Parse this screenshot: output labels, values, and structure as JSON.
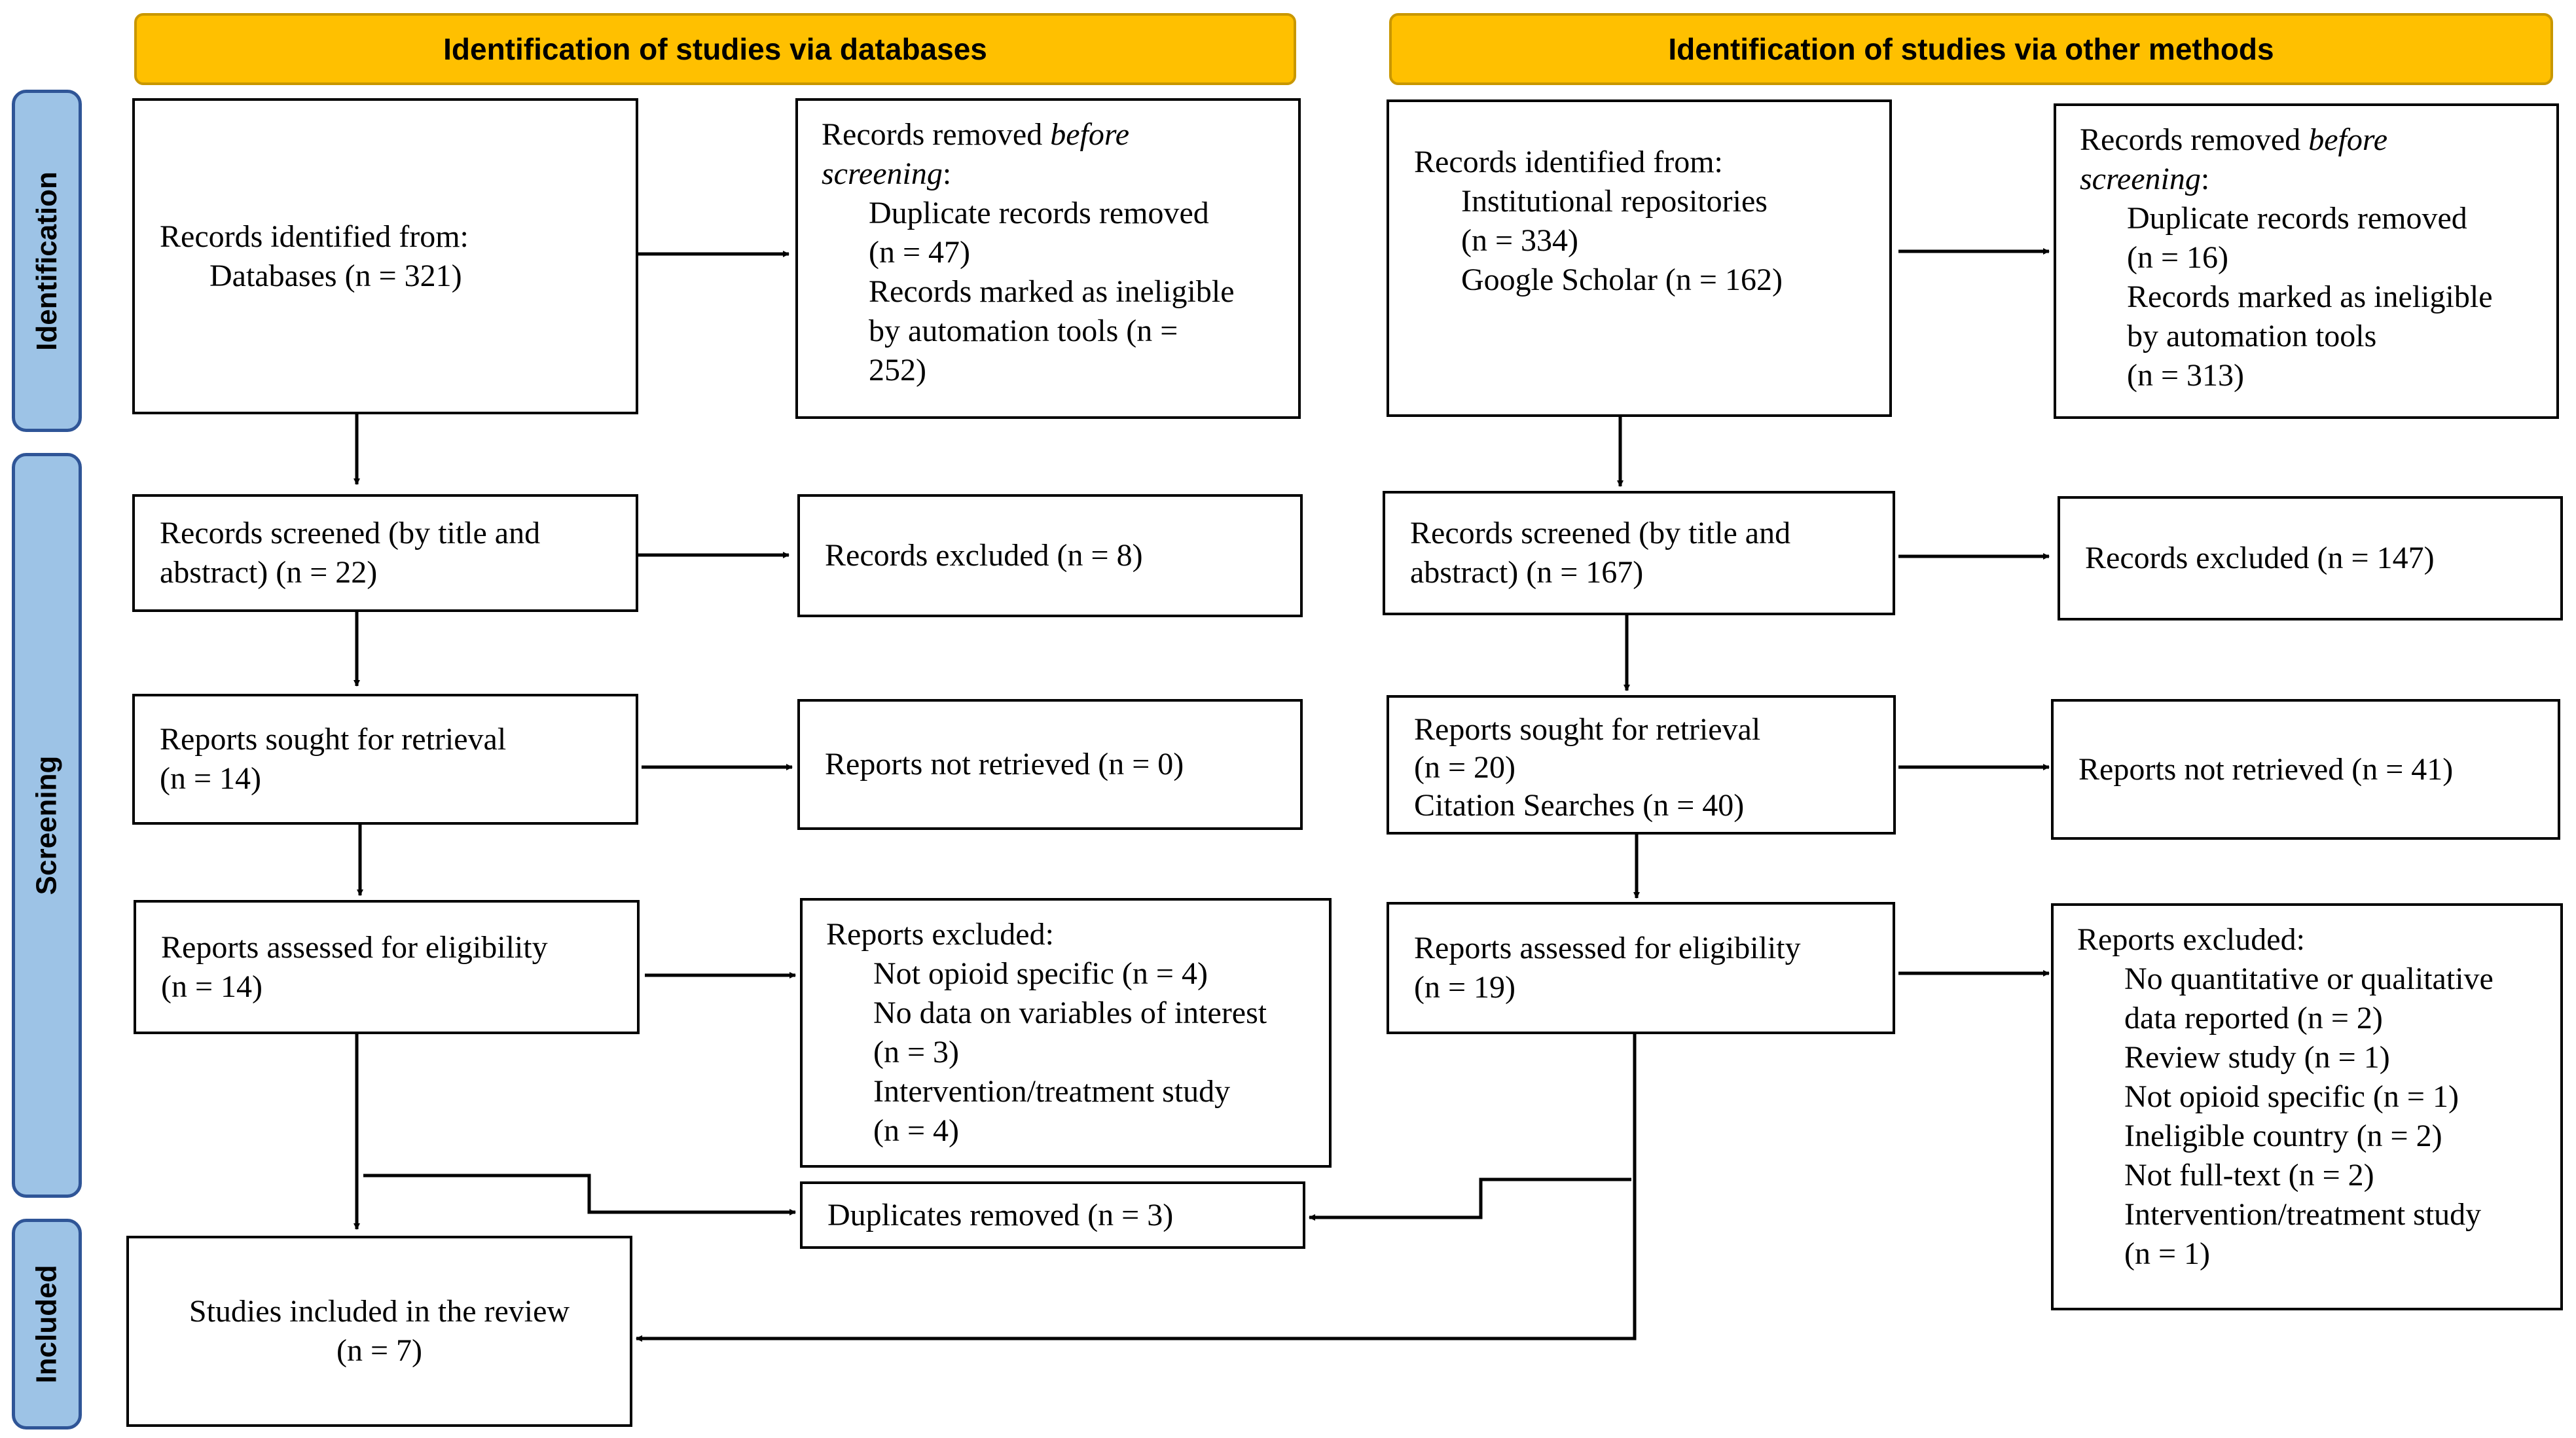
{
  "headers": {
    "databases": "Identification of studies via databases",
    "other": "Identification of studies via other methods"
  },
  "phases": {
    "identification": "Identification",
    "screening": "Screening",
    "included": "Included"
  },
  "left": {
    "identified": [
      "Records identified from:",
      "Databases (n = 321)"
    ],
    "removed_before": {
      "line1": "Records removed ",
      "line1_em": "before",
      "line2_em": "screening",
      "line2_rest": ":",
      "items": [
        "Duplicate records removed",
        "(n = 47)",
        "Records marked as ineligible",
        "by automation tools (n =",
        "252)"
      ]
    },
    "screened": [
      "Records screened (by title and",
      "abstract) (n = 22)"
    ],
    "excluded": "Records excluded (n = 8)",
    "sought": [
      "Reports sought for retrieval",
      "(n = 14)"
    ],
    "not_retrieved": "Reports not retrieved (n = 0)",
    "assessed": [
      "Reports assessed for eligibility",
      "(n = 14)"
    ],
    "reports_excluded": {
      "title": "Reports excluded:",
      "items": [
        "Not opioid specific (n = 4)",
        "No data on variables of interest",
        "(n = 3)",
        "Intervention/treatment study",
        "(n = 4)"
      ]
    },
    "included": [
      "Studies included in the review",
      "(n = 7)"
    ]
  },
  "middle": {
    "duplicates": "Duplicates removed (n = 3)"
  },
  "right": {
    "identified": {
      "title": "Records identified from:",
      "items": [
        "Institutional repositories",
        "(n = 334)",
        "Google Scholar (n = 162)"
      ]
    },
    "removed_before": {
      "line1": "Records removed ",
      "line1_em": "before",
      "line2_em": "screening",
      "line2_rest": ":",
      "items": [
        "Duplicate records removed",
        "(n = 16)",
        "Records marked as ineligible",
        "by automation tools",
        "(n = 313)"
      ]
    },
    "screened": [
      "Records screened (by title and",
      "abstract) (n = 167)"
    ],
    "excluded": "Records excluded (n = 147)",
    "sought": [
      "Reports sought for retrieval",
      "(n = 20)",
      "Citation Searches (n = 40)"
    ],
    "not_retrieved": "Reports not retrieved (n = 41)",
    "assessed": [
      "Reports assessed for eligibility",
      "(n = 19)"
    ],
    "reports_excluded": {
      "title": "Reports excluded:",
      "items": [
        "No quantitative or qualitative",
        "data reported (n = 2)",
        "Review study (n = 1)",
        "Not opioid specific (n = 1)",
        "Ineligible country (n = 2)",
        "Not full-text (n = 2)",
        "Intervention/treatment study",
        "(n = 1)"
      ]
    }
  }
}
